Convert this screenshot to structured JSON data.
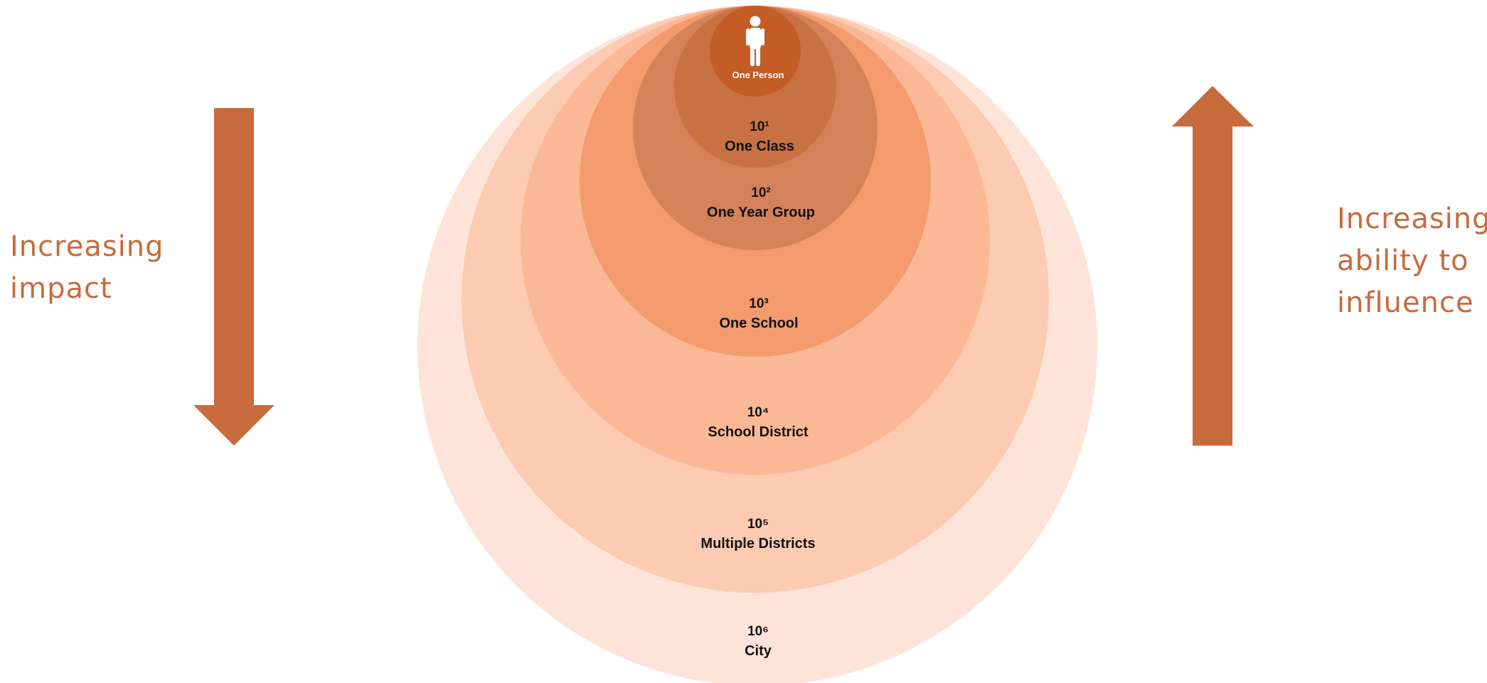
{
  "left_caption": {
    "lines": [
      "Increasing",
      "impact"
    ]
  },
  "right_caption": {
    "lines": [
      "Increasing",
      "ability to",
      "influence"
    ]
  },
  "arrows": {
    "left": {
      "direction": "down",
      "color": "#c76a3c"
    },
    "right": {
      "direction": "up",
      "color": "#c76a3c"
    }
  },
  "center": {
    "label": "One Person",
    "icon": "person-icon",
    "color": "#c45c26"
  },
  "levels": [
    {
      "power": "10¹",
      "label": "One Class",
      "color": "#c87143"
    },
    {
      "power": "10²",
      "label": "One Year Group",
      "color": "#d5825a"
    },
    {
      "power": "10³",
      "label": "One School",
      "color": "#f39b6d"
    },
    {
      "power": "10⁴",
      "label": "School District",
      "color": "#fbb897"
    },
    {
      "power": "10⁵",
      "label": "Multiple Districts",
      "color": "#fdcab2"
    },
    {
      "power": "10⁶",
      "label": "City",
      "color": "#fee4d8"
    }
  ]
}
